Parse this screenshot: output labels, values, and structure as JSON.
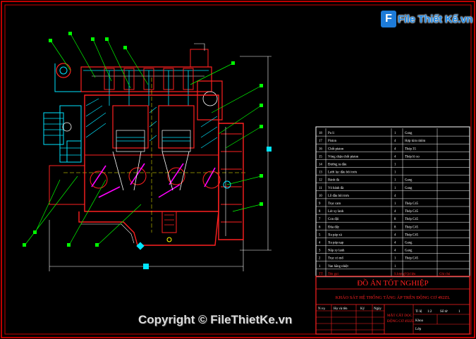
{
  "logo": {
    "mark": "F",
    "text": "File Thiết Kế.vn"
  },
  "copyright": "Copyright © FileThietKe.vn",
  "bom": {
    "rows": [
      {
        "no": "18",
        "name": "Pu li",
        "qty": "1",
        "mat": "Gang"
      },
      {
        "no": "17",
        "name": "Piston",
        "qty": "4",
        "mat": "Hợp kim nhôm"
      },
      {
        "no": "16",
        "name": "Chốt piston",
        "qty": "4",
        "mat": "Thép 35"
      },
      {
        "no": "15",
        "name": "Vòng chặn chốt piston",
        "qty": "4",
        "mat": "Thép lò xo"
      },
      {
        "no": "14",
        "name": "Đường ra dầu",
        "qty": "1",
        "mat": ""
      },
      {
        "no": "13",
        "name": "Lưới lọc dầu bôi trơn",
        "qty": "1",
        "mat": ""
      },
      {
        "no": "12",
        "name": "Bánh đà",
        "qty": "1",
        "mat": "Gang"
      },
      {
        "no": "11",
        "name": "Vỏ bánh đà",
        "qty": "1",
        "mat": "Gang"
      },
      {
        "no": "10",
        "name": "Lỗ dầu bôi trơn",
        "qty": "4",
        "mat": ""
      },
      {
        "no": "9",
        "name": "Trục cam",
        "qty": "1",
        "mat": "Thép C45"
      },
      {
        "no": "8",
        "name": "Lót xy lanh",
        "qty": "4",
        "mat": "Thép C45"
      },
      {
        "no": "7",
        "name": "Con đội",
        "qty": "8",
        "mat": "Thép C45"
      },
      {
        "no": "6",
        "name": "Đũa đẩy",
        "qty": "8",
        "mat": "Thép C45"
      },
      {
        "no": "5",
        "name": "Xu páp xả",
        "qty": "4",
        "mat": "Thép C45"
      },
      {
        "no": "4",
        "name": "Xu páp nạp",
        "qty": "4",
        "mat": "Gang"
      },
      {
        "no": "3",
        "name": "Nắp xy lanh",
        "qty": "4",
        "mat": "Gang"
      },
      {
        "no": "2",
        "name": "Trục cò mổ",
        "qty": "1",
        "mat": "Thép C45"
      },
      {
        "no": "1",
        "name": "Van hằng nhiệt",
        "qty": "1",
        "mat": ""
      }
    ],
    "header": {
      "no": "TT",
      "name": "Tên gọi",
      "qty": "S.lượng",
      "mat": "Vật liệu",
      "note": "Ghi chú"
    }
  },
  "title_block": {
    "main": "ĐỒ ÁN TỐT NGHIỆP",
    "subtitle": "KHẢO SÁT HỆ THỐNG TĂNG ÁP TRÊN ĐỘNG CƠ 492ZL",
    "role1": "N.vụ",
    "name_col": "Họ và tên",
    "sign_col": "Ký",
    "date_col": "Ngày",
    "drawing_title": "MẶT CẮT DỌC ĐỘNG CƠ 492ZL",
    "scale_label": "Tỉ lệ",
    "scale": "1:2",
    "sheet_label": "Số tờ",
    "sheet": "1",
    "class_label": "Khoa",
    "footer": "Lớp"
  },
  "colors": {
    "bg": "#000000",
    "frame": "#ffffff",
    "section": "#ff2020",
    "hatch": "#00e5ff",
    "leader": "#00ff00",
    "dim": "#ff00ff",
    "highlight": "#ffff00"
  }
}
